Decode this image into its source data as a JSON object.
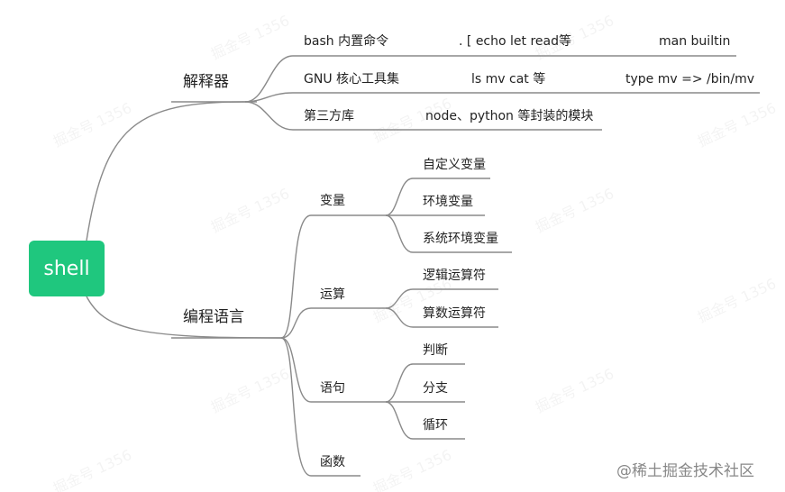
{
  "root": {
    "label": "shell"
  },
  "interpreter": {
    "label": "解释器",
    "items": [
      {
        "label": "bash 内置命令",
        "detail": ".   [   echo   let   read等",
        "extra": "man builtin"
      },
      {
        "label": "GNU 核心工具集",
        "detail": "ls    mv   cat  等",
        "extra": "type mv =>  /bin/mv"
      },
      {
        "label": "第三方库",
        "detail": "node、python 等封装的模块"
      }
    ]
  },
  "programming": {
    "label": "编程语言",
    "groups": [
      {
        "label": "变量",
        "children": [
          "自定义变量",
          "环境变量",
          "系统环境变量"
        ]
      },
      {
        "label": "运算",
        "children": [
          "逻辑运算符",
          "算数运算符"
        ]
      },
      {
        "label": "语句",
        "children": [
          "判断",
          "分支",
          "循环"
        ]
      },
      {
        "label": "函数",
        "children": []
      }
    ]
  },
  "watermark": "掘金号 1356",
  "brand": "@稀土掘金技术社区",
  "colors": {
    "root_bg": "#1fc77e",
    "line": "#8a8a8a"
  }
}
